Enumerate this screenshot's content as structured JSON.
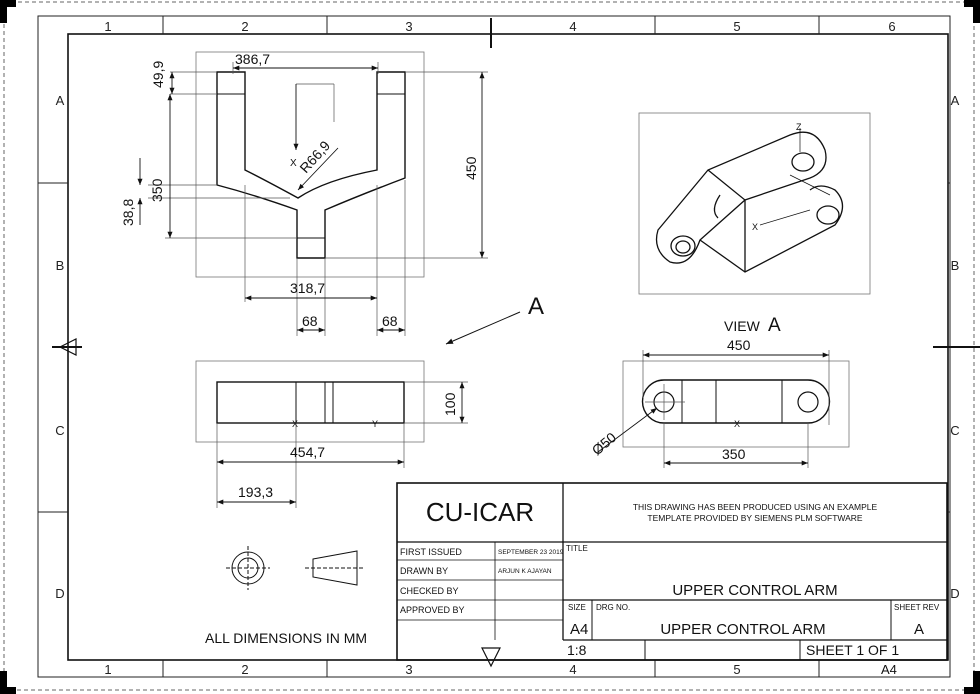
{
  "zones": {
    "columns": [
      "1",
      "2",
      "3",
      "4",
      "5",
      "6"
    ],
    "rows": [
      "A",
      "B",
      "C",
      "D"
    ]
  },
  "dimensions": {
    "top_width": "386,7",
    "top_lug": "49,9",
    "radius": "R66,9",
    "web_height": "38,8",
    "inner_height": "350",
    "overall_height": "450",
    "bottom_width": "318,7",
    "slot_left": "68",
    "slot_right": "68",
    "side_height": "100",
    "side_length": "454,7",
    "side_offset": "193,3",
    "view_overall": "450",
    "view_centers": "350",
    "view_hole": "Ø50"
  },
  "view_labels": {
    "arrow_letter": "A",
    "view_a_word": "VIEW",
    "view_a_letter": "A",
    "axis_x": "X",
    "axis_y": "Y",
    "axis_z": "Z"
  },
  "notes": {
    "units": "ALL DIMENSIONS IN MM"
  },
  "title_block": {
    "company": "CU-ICAR",
    "note_line1": "THIS DRAWING HAS BEEN PRODUCED USING AN EXAMPLE",
    "note_line2": "TEMPLATE PROVIDED BY SIEMENS PLM SOFTWARE",
    "first_issued_label": "FIRST ISSUED",
    "first_issued_value": "SEPTEMBER 23 2019",
    "drawn_by_label": "DRAWN BY",
    "drawn_by_value": "ARJUN K AJAYAN",
    "checked_by_label": "CHECKED BY",
    "approved_by_label": "APPROVED BY",
    "title_label": "TITLE",
    "title_value": "UPPER CONTROL ARM",
    "size_label": "SIZE",
    "size_value": "A4",
    "drg_no_label": "DRG NO.",
    "drg_no_value": "UPPER CONTROL ARM",
    "sheet_rev_label": "SHEET REV",
    "sheet_rev_value": "A",
    "scale_value": "1:8",
    "sheet_value": "SHEET 1 OF 1",
    "sheet_size": "A4"
  }
}
